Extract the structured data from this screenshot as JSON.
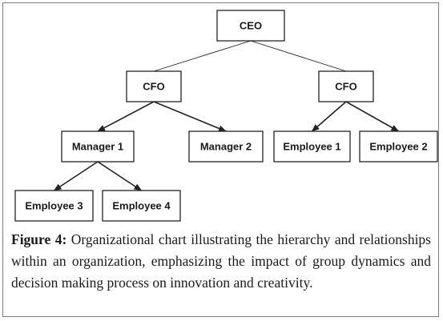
{
  "nodes": [
    {
      "id": "ceo",
      "label": "CEO"
    },
    {
      "id": "cfo-left",
      "label": "CFO"
    },
    {
      "id": "cfo-right",
      "label": "CFO"
    },
    {
      "id": "manager-1",
      "label": "Manager 1"
    },
    {
      "id": "manager-2",
      "label": "Manager 2"
    },
    {
      "id": "employee-1",
      "label": "Employee 1"
    },
    {
      "id": "employee-2",
      "label": "Employee 2"
    },
    {
      "id": "employee-3",
      "label": "Employee 3"
    },
    {
      "id": "employee-4",
      "label": "Employee 4"
    }
  ],
  "edges": [
    {
      "from": "ceo",
      "to": "cfo-left",
      "arrow": false
    },
    {
      "from": "ceo",
      "to": "cfo-right",
      "arrow": false
    },
    {
      "from": "cfo-left",
      "to": "manager-1",
      "arrow": true
    },
    {
      "from": "cfo-left",
      "to": "manager-2",
      "arrow": true
    },
    {
      "from": "cfo-right",
      "to": "employee-1",
      "arrow": true
    },
    {
      "from": "cfo-right",
      "to": "employee-2",
      "arrow": true
    },
    {
      "from": "manager-1",
      "to": "employee-3",
      "arrow": true
    },
    {
      "from": "manager-1",
      "to": "employee-4",
      "arrow": true
    }
  ],
  "caption": {
    "label": "Figure 4:",
    "text": " Organizational chart illustrating the hierarchy and relationships within an organization, emphasizing the impact of group dynamics and decision making process on innovation and creativity."
  },
  "colors": {
    "border": "#5aa02c",
    "stroke": "#222222",
    "text": "#1a1a1a"
  }
}
